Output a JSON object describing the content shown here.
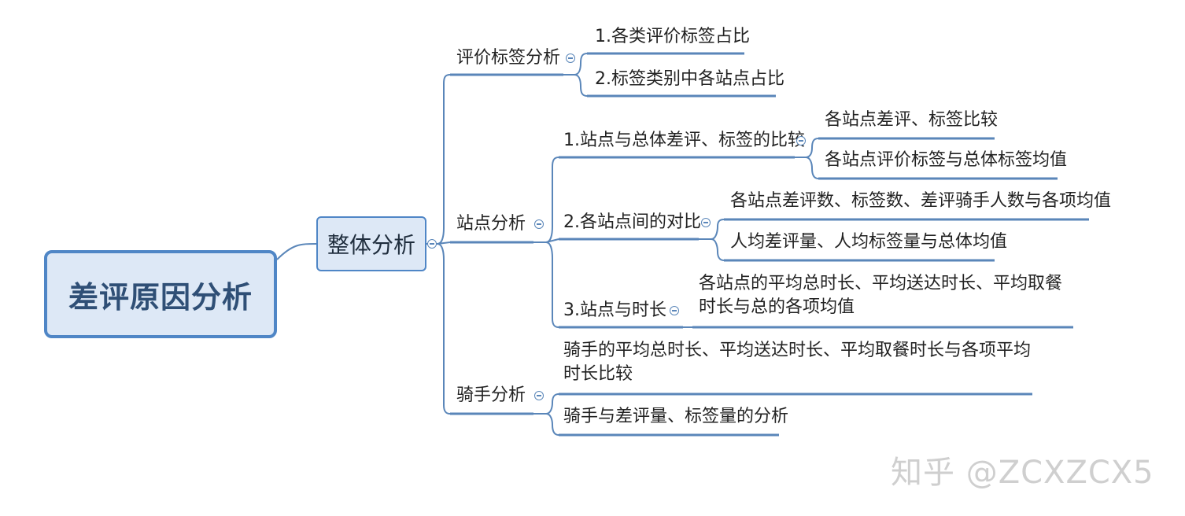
{
  "mindmap": {
    "root": "差评原因分析",
    "level1": "整体分析",
    "branches": [
      {
        "label": "评价标签分析",
        "children": [
          {
            "label": "1.各类评价标签占比"
          },
          {
            "label": "2.标签类别中各站点占比"
          }
        ]
      },
      {
        "label": "站点分析",
        "children": [
          {
            "label": "1.站点与总体差评、标签的比较",
            "children": [
              {
                "label": "各站点差评、标签比较"
              },
              {
                "label": "各站点评价标签与总体标签均值"
              }
            ]
          },
          {
            "label": "2.各站点间的对比",
            "children": [
              {
                "label": "各站点差评数、标签数、差评骑手人数与各项均值"
              },
              {
                "label": "人均差评量、人均标签量与总体均值"
              }
            ]
          },
          {
            "label": "3.站点与时长",
            "children": [
              {
                "label": "各站点的平均总时长、平均送达时长、平均取餐时长与总的各项均值"
              }
            ]
          }
        ]
      },
      {
        "label": "骑手分析",
        "children": [
          {
            "label": "骑手的平均总时长、平均送达时长、平均取餐时长与各项平均时长比较"
          },
          {
            "label": "骑手与差评量、标签量的分析"
          }
        ]
      }
    ]
  },
  "watermark": "知乎 @ZCXZCX5",
  "colors": {
    "node_fill": "#dde8f6",
    "node_border": "#4f86c6",
    "connector": "#5a86b9",
    "root_text": "#2f4f76",
    "watermark": "#cfcfcf"
  }
}
